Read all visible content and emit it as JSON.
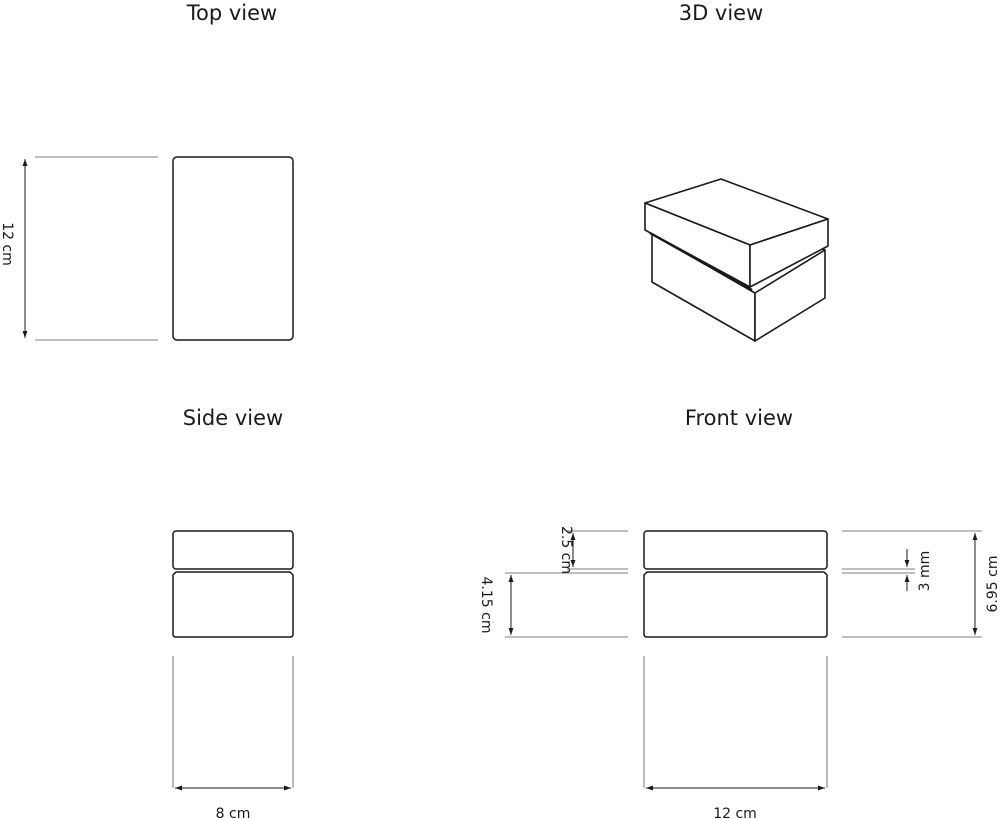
{
  "views": {
    "top": "Top view",
    "three_d": "3D view",
    "side": "Side view",
    "front": "Front view"
  },
  "dimensions": {
    "top_length": "12 cm",
    "side_width": "8 cm",
    "front_width": "12 cm",
    "lid_height": "2.5 cm",
    "base_height": "4.15 cm",
    "gap": "3 mm",
    "total_height": "6.95 cm"
  }
}
